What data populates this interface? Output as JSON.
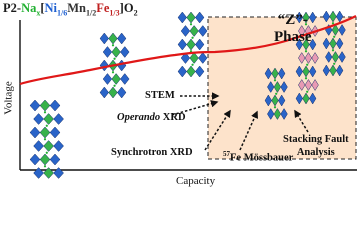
{
  "title": {
    "prefix": "P2-",
    "na": "Na",
    "na_sub": "x",
    "bracket_open": "[",
    "ni": "Ni",
    "ni_sub": "1/6",
    "mn": "Mn",
    "mn_sub": "1/2",
    "fe": "Fe",
    "fe_sub": "1/3",
    "bracket_close": "]",
    "o": "O",
    "o_sub": "2"
  },
  "phase_label": {
    "line1": "“Z”-",
    "line2": "Phase"
  },
  "techniques": {
    "stem": "STEM",
    "operando": "Operando",
    "xrd_suffix": " XRD",
    "synchrotron": "Synchrotron XRD",
    "moss_sup": "57",
    "moss_text": "Fe Mössbauer",
    "stacking_line1": "Stacking Fault",
    "stacking_line2": "Analysis"
  },
  "axes": {
    "y": "Voltage",
    "x": "Capacity"
  },
  "colors": {
    "curve": "#e01818",
    "region_fill": "#fde3cb",
    "na": "#20b030",
    "ni": "#1e5fd0",
    "fe": "#c02020",
    "octa_blue": "#2a64c8",
    "octa_green": "#37b24a",
    "octa_pink": "#e89ab4"
  }
}
